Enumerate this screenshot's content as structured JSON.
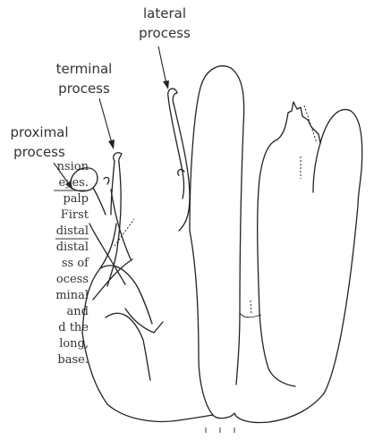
{
  "labels": {
    "lateral_line1": "lateral",
    "lateral_line2": "process",
    "terminal_line1": "terminal",
    "terminal_line2": "process",
    "proximal_line1": "proximal",
    "proximal_line2": "process"
  },
  "text_fragments": [
    "nsion",
    "eyes.",
    "palp",
    "First",
    "distal",
    "distal",
    "ss of",
    "ocess",
    "minal",
    "and",
    "d the",
    "long,",
    "base."
  ]
}
